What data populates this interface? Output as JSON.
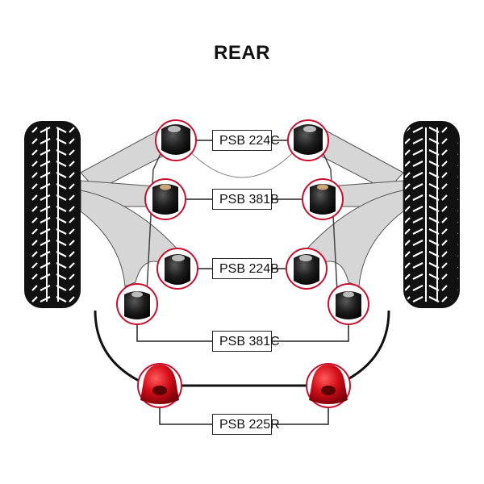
{
  "title": "REAR",
  "colors": {
    "arm_fill": "#d6d6d6",
    "tire": "#111111",
    "ring": "#c8102e",
    "bush_black": "#1c1c1c",
    "bush_red": "#d40f1a"
  },
  "labels": {
    "psb_224c": "PSB 224C",
    "psb_381b": "PSB 381B",
    "psb_224b": "PSB 224B",
    "psb_381c": "PSB 381C",
    "psb_225r": "PSB 225R"
  }
}
